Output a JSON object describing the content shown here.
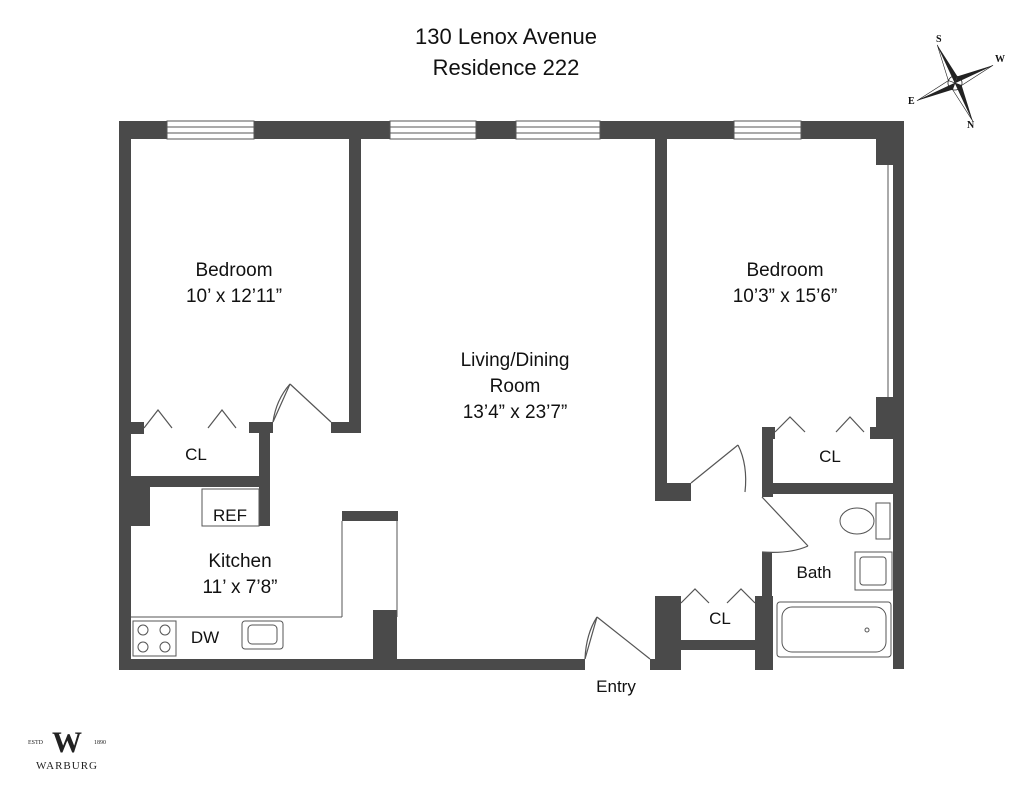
{
  "header": {
    "address": "130 Lenox Avenue",
    "residence": "Residence 222"
  },
  "rooms": [
    {
      "id": "bedroom-left",
      "name": "Bedroom",
      "size": "10’ x 12’11”"
    },
    {
      "id": "living-dining",
      "name": "Living/Dining",
      "name2": "Room",
      "size": "13’4” x 23’7”"
    },
    {
      "id": "bedroom-right",
      "name": "Bedroom",
      "size": "10’3” x 15’6”"
    },
    {
      "id": "kitchen",
      "name": "Kitchen",
      "size": "11’ x 7’8”"
    }
  ],
  "labels": {
    "closet": "CL",
    "refrigerator": "REF",
    "dishwasher": "DW",
    "bath": "Bath",
    "entry": "Entry"
  },
  "compass": {
    "top": "S",
    "right": "W",
    "bottom": "N",
    "left": "E"
  },
  "logo": {
    "est_left": "ESTD",
    "est_right": "1890",
    "name": "WARBURG"
  },
  "colors": {
    "wall": "#4a4a4a",
    "line": "#555555",
    "fill": "#ffffff"
  }
}
